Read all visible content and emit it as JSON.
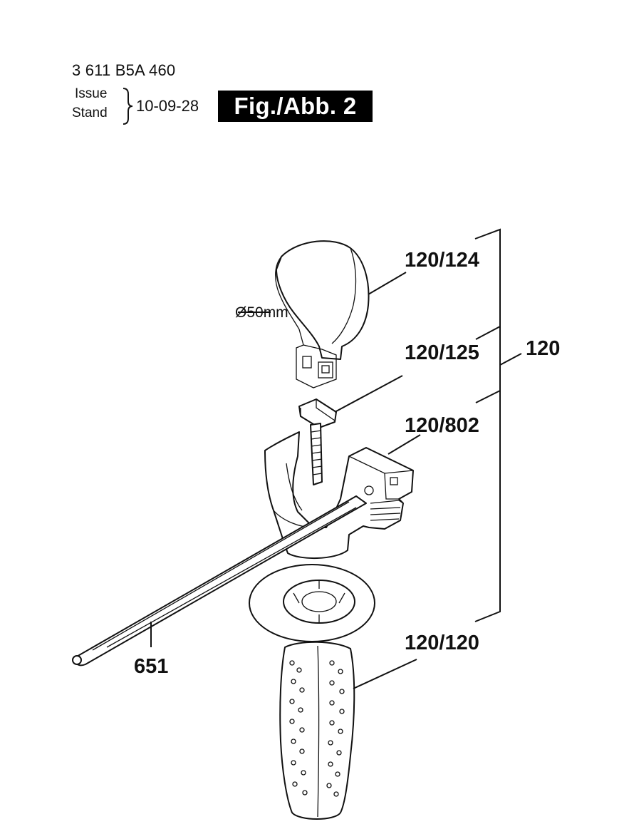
{
  "header": {
    "part_number": "3 611 B5A 460",
    "issue_label": "Issue",
    "stand_label": "Stand",
    "issue_date": "10-09-28",
    "figure_label": "Fig./Abb. 2"
  },
  "diagram": {
    "dimension_label": "Ø50mm",
    "callouts": {
      "assembly": "120",
      "clamp_band": "120/124",
      "screw": "120/125",
      "clamp_body": "120/802",
      "handle": "120/120",
      "depth_stop": "651"
    }
  }
}
